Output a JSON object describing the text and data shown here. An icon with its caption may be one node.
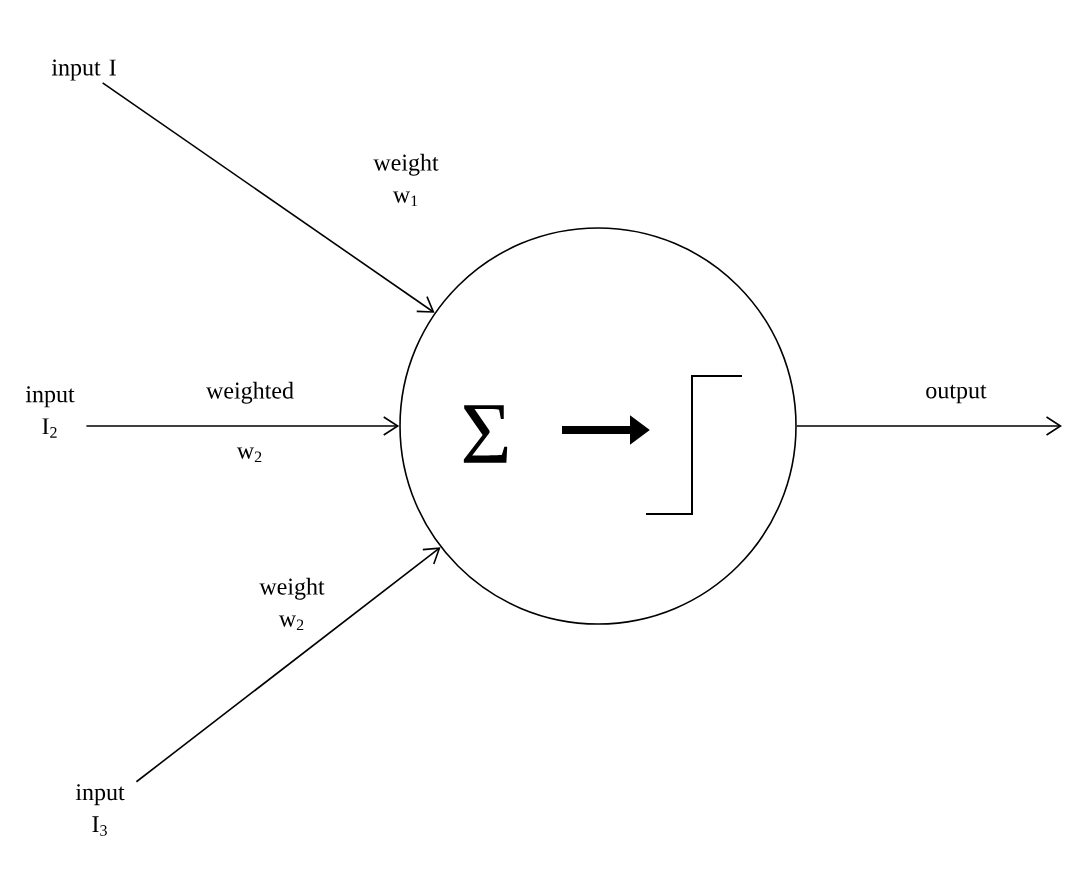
{
  "diagram": {
    "nodes": [
      {
        "text": [
          "input I"
        ]
      },
      {
        "text": [
          "input I$_{2}$"
        ]
      },
      {
        "text": [
          "input I$_{3}$"
        ]
      },
      {
        "text": [
          "Σ"
        ]
      }
    ],
    "edges": [
      {
        "from": 0,
        "to": 3,
        "arrow": "to",
        "label": "weight w$_{1}$"
      },
      {
        "from": 1,
        "to": 3,
        "arrow": "to",
        "label": "weighted w$_{2}$"
      },
      {
        "from": 2,
        "to": 3,
        "arrow": "to",
        "label": "weight w$_{2}$"
      },
      {
        "from": 3,
        "to": null,
        "arrow": "to",
        "label": "output"
      }
    ]
  }
}
